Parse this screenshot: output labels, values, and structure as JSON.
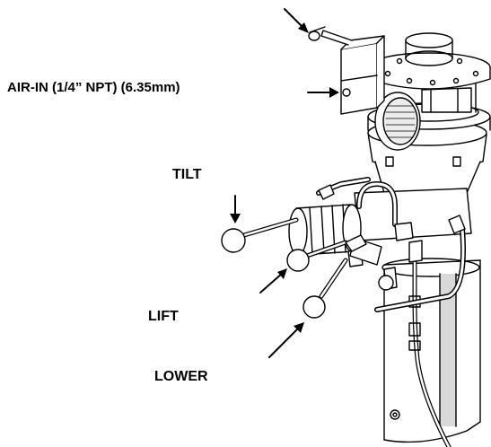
{
  "labels": {
    "air_in": "AIR-IN (1/4” NPT) (6.35mm)",
    "tilt": "TILT",
    "lift": "LIFT",
    "lower": "LOWER"
  },
  "colors": {
    "line": "#000000",
    "background": "#ffffff",
    "shade": "#d9d9d9"
  }
}
